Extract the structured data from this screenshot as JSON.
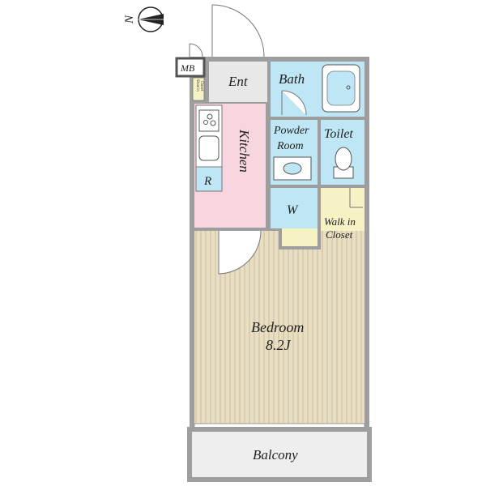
{
  "compass": {
    "letter": "N"
  },
  "rooms": {
    "mb": "MB",
    "ent": "Ent",
    "shoe": [
      "Shoe in",
      "Closet"
    ],
    "bath": "Bath",
    "kitchen": "Kitchen",
    "powder": [
      "Powder",
      "Room"
    ],
    "toilet": "Toilet",
    "r": "R",
    "w": "W",
    "walkin": [
      "Walk in",
      "Closet"
    ],
    "bedroom": "Bedroom",
    "bedroom_size": "8.2J",
    "balcony": "Balcony"
  },
  "colors": {
    "wall": "#9e9e9e",
    "entry": "#e8e8e8",
    "wet": "#bfe6f4",
    "kitchen": "#f8d6e0",
    "closet": "#f6f2c4",
    "bedroom": "#e6dcc0",
    "balcony": "#eeeeee"
  }
}
